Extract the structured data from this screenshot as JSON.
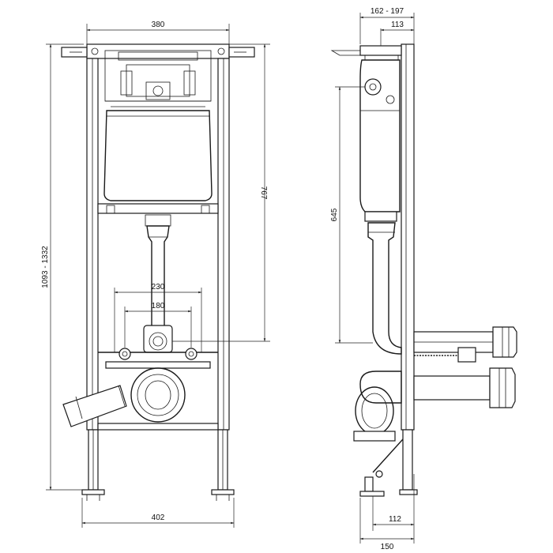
{
  "dimensions": {
    "front_width_top": "380",
    "front_width_bottom": "402",
    "front_height_range": "1093 - 1332",
    "front_height_767": "767",
    "front_spacing_230": "230",
    "front_spacing_180": "180",
    "side_depth_range": "162 - 197",
    "side_depth_113": "113",
    "side_height_645": "645",
    "side_depth_112": "112",
    "side_depth_150": "150"
  }
}
